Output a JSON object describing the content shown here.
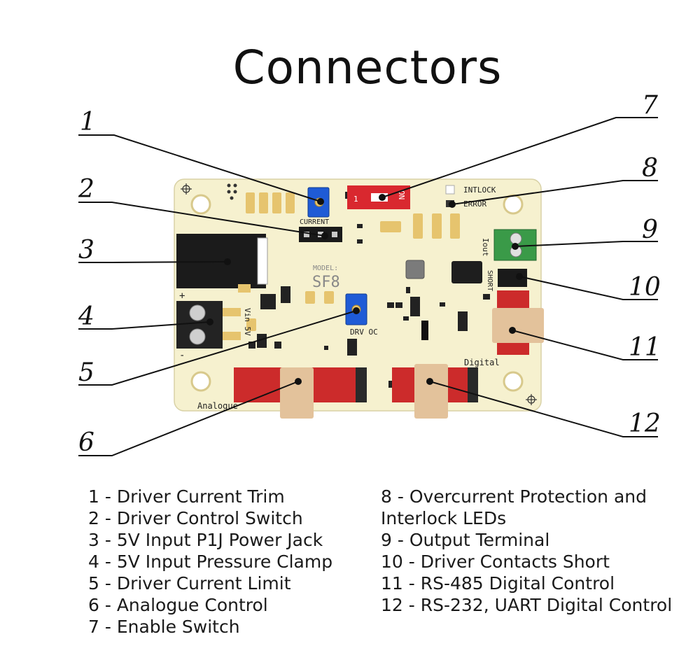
{
  "title": "Connectors",
  "board": {
    "model_label": "MODEL:",
    "model": "SF8",
    "labels": {
      "current": "CURRENT",
      "intlock": "INTLOCK",
      "error": "ERROR",
      "iout": "Iout",
      "short": "SHORT",
      "vin": "Vin 5V",
      "drv_oc": "DRV OC",
      "digital": "Digital",
      "analogue": "Analogue",
      "switch_on": "ON",
      "switch_one": "1",
      "plus": "+",
      "minus": "-"
    }
  },
  "callouts": [
    "1",
    "2",
    "3",
    "4",
    "5",
    "6",
    "7",
    "8",
    "9",
    "10",
    "11",
    "12"
  ],
  "legend": {
    "left": [
      "1 - Driver Current Trim",
      "2 - Driver Control Switch",
      "3 - 5V Input P1J Power Jack",
      "4 - 5V Input Pressure Clamp",
      "5 - Driver Current Limit",
      "6 - Analogue Control",
      "7 - Enable Switch"
    ],
    "right": [
      "8 - Overcurrent Protection and",
      " Interlock LEDs",
      "9 - Output Terminal",
      "10 - Driver Contacts Short",
      "11 - RS-485 Digital Control",
      "12 - RS-232, UART Digital Control"
    ]
  },
  "colors": {
    "board": "#f6f1cf",
    "pad": "#e6c46e",
    "connector_red": "#cc2b2b",
    "trimmer_blue": "#1f5bd6",
    "terminal_green": "#3a9a48",
    "plug_beige": "#e3c29b"
  }
}
